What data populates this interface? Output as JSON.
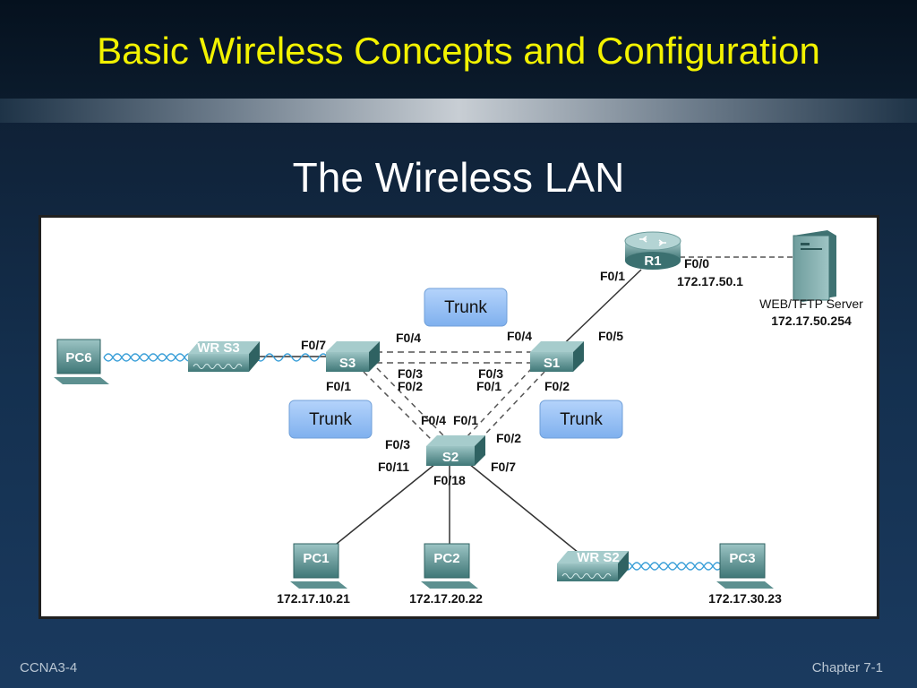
{
  "slide": {
    "title": "Basic Wireless Concepts and Configuration",
    "subtitle": "The Wireless LAN",
    "footer_left": "CCNA3-4",
    "footer_right": "Chapter 7-1"
  },
  "diagram": {
    "trunks": [
      "Trunk",
      "Trunk",
      "Trunk"
    ],
    "devices": {
      "r1": "R1",
      "s1": "S1",
      "s2": "S2",
      "s3": "S3",
      "wrs3": "WR S3",
      "wrs2": "WR S2",
      "pc6": "PC6",
      "pc1": "PC1",
      "pc2": "PC2",
      "pc3": "PC3"
    },
    "server": {
      "name": "WEB/TFTP Server",
      "ip": "172.17.50.254"
    },
    "ips": {
      "r1_f00": "172.17.50.1",
      "pc1": "172.17.10.21",
      "pc2": "172.17.20.22",
      "pc3": "172.17.30.23"
    },
    "ports": {
      "r1_f00": "F0/0",
      "r1_f01": "F0/1",
      "s1_f05": "F0/5",
      "s1_f04": "F0/4",
      "s1_f03": "F0/3",
      "s1_f01": "F0/1",
      "s1_f02": "F0/2",
      "s3_f07": "F0/7",
      "s3_f04": "F0/4",
      "s3_f03": "F0/3",
      "s3_f02": "F0/2",
      "s3_f01": "F0/1",
      "s2_f04": "F0/4",
      "s2_f01": "F0/1",
      "s2_f03": "F0/3",
      "s2_f02": "F0/2",
      "s2_f011": "F0/11",
      "s2_f018": "F0/18",
      "s2_f07": "F0/7"
    },
    "colors": {
      "device_teal": "#4f8a8a",
      "trunk_fill": "#8cb8f0",
      "wireless": "#3a9fd8"
    }
  }
}
